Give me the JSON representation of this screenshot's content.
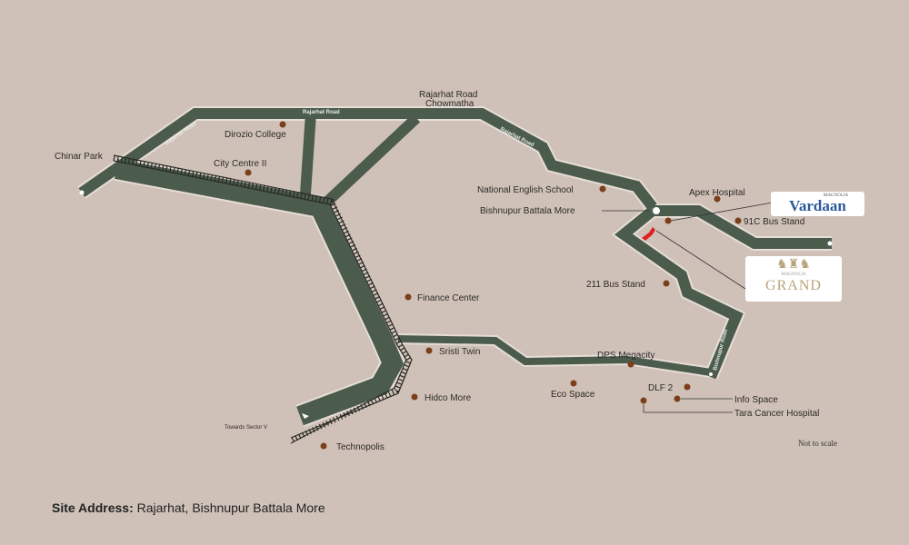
{
  "map": {
    "roads": {
      "rajarhat_road_1": "Rajarhat Road",
      "rajarhat_road_2": "Rajarhat Road",
      "rajarhat_road_3": "Rajarhat Road",
      "bishnupur_road": "Bishnupur Road"
    },
    "places": {
      "chowmatha": [
        "Rajarhat Road",
        "Chowmatha"
      ],
      "dirozio": "Dirozio College",
      "chinar_park": "Chinar Park",
      "city_centre": "City Centre II",
      "national_school": "National English School",
      "bishnupur_more": "Bishnupur Battala More",
      "apex": "Apex Hospital",
      "bus_91c": "91C Bus Stand",
      "bus_211": "211 Bus Stand",
      "finance": "Finance Center",
      "sristi": "Sristi Twin",
      "dps": "DPS Megacity",
      "eco": "Eco Space",
      "dlf": "DLF 2",
      "info": "Info Space",
      "tara": "Tara Cancer Hospital",
      "hidco": "Hidco More",
      "technopolis": "Technopolis",
      "sector_v": "Towards Sector V"
    },
    "logos": {
      "vardaan_small": "MAGNOLIA",
      "vardaan": "Vardaan",
      "grand_small": "MAGNOLIA",
      "grand": "GRAND"
    },
    "not_to_scale": "Not to scale",
    "site_address_label": "Site Address:",
    "site_address": "Rajarhat, Bishnupur Battala More",
    "colors": {
      "background": "#cfc1b8",
      "road": "#4b5c4d",
      "poi": "#7b3f1c",
      "site_marker": "#e02020"
    }
  }
}
